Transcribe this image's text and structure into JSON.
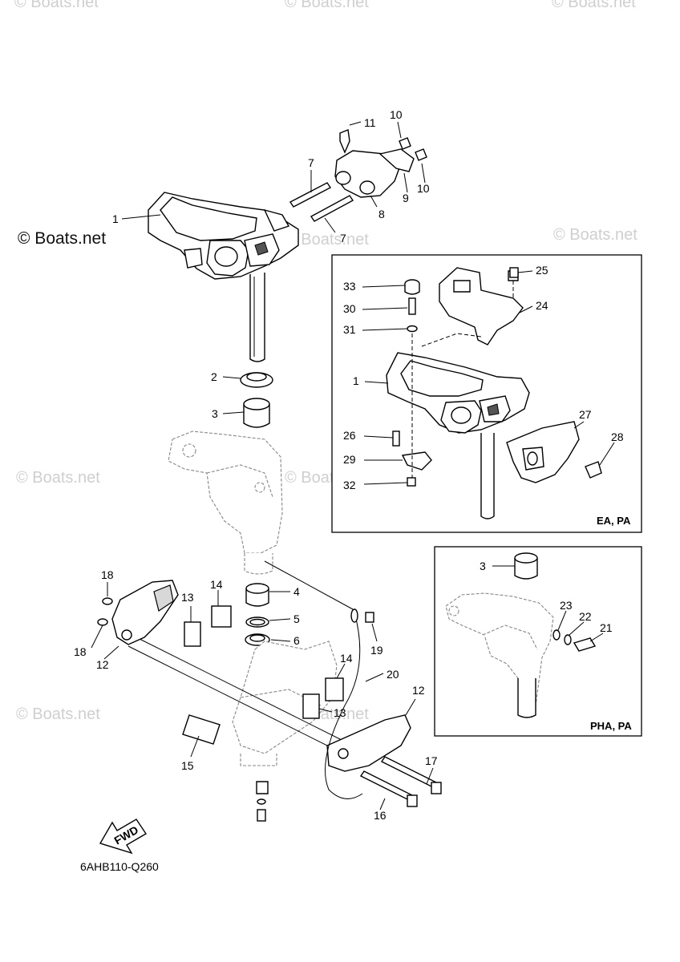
{
  "watermarks": {
    "corner": "© Boats.net",
    "main": "© Boats.net"
  },
  "diagram_code": "6AHB110-Q260",
  "fwd_label": "FWD",
  "insets": {
    "ea_pa": "EA, PA",
    "pha_pa": "PHA, PA"
  },
  "callouts": {
    "c1": "1",
    "c2": "2",
    "c3": "3",
    "c4": "4",
    "c5": "5",
    "c6": "6",
    "c7a": "7",
    "c7b": "7",
    "c8": "8",
    "c9": "9",
    "c10a": "10",
    "c10b": "10",
    "c11": "11",
    "c12a": "12",
    "c12b": "12",
    "c13a": "13",
    "c13b": "13",
    "c14a": "14",
    "c14b": "14",
    "c15": "15",
    "c16": "16",
    "c17": "17",
    "c18a": "18",
    "c18b": "18",
    "c19": "19",
    "c20": "20",
    "i1": "1",
    "i24": "24",
    "i25": "25",
    "i26": "26",
    "i27": "27",
    "i28": "28",
    "i29": "29",
    "i30": "30",
    "i31": "31",
    "i32": "32",
    "i33": "33",
    "p3": "3",
    "p21": "21",
    "p22": "22",
    "p23": "23"
  }
}
